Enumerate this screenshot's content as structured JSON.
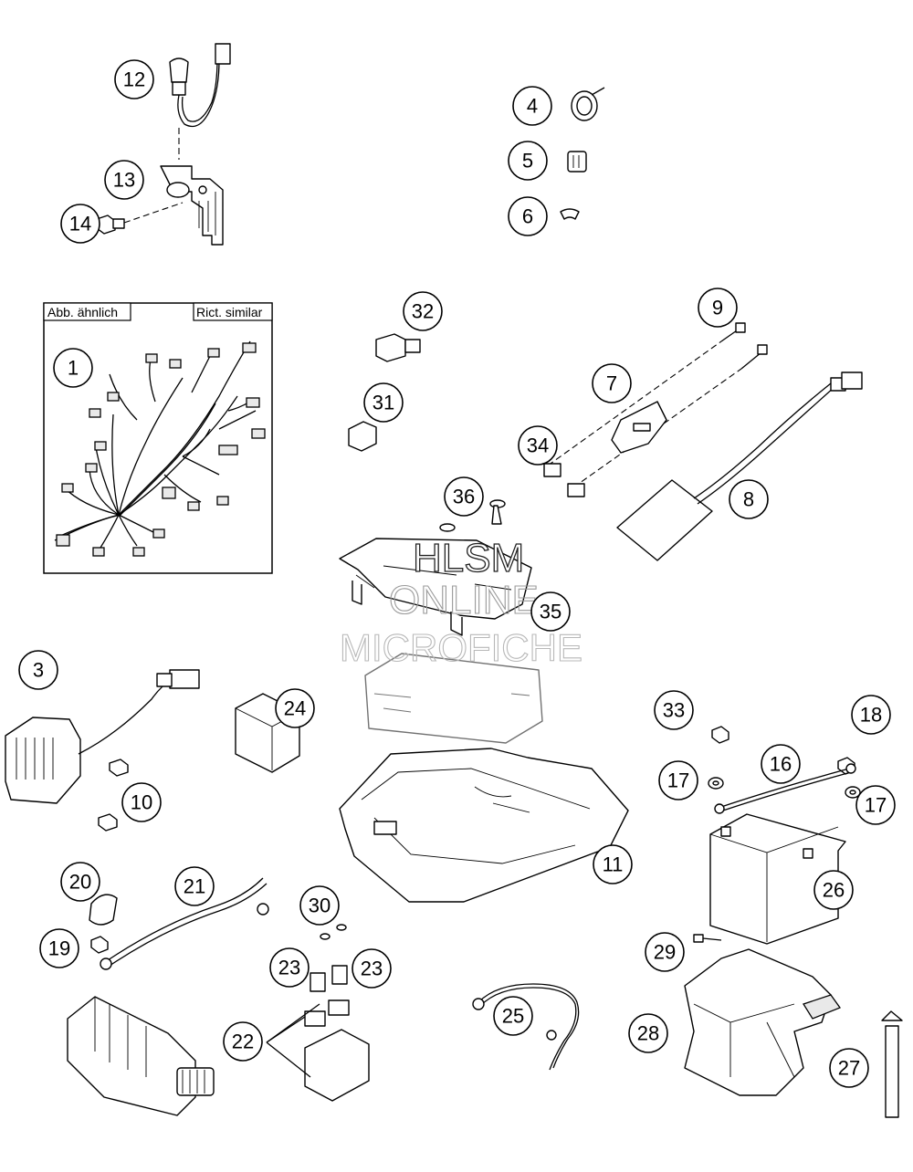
{
  "inset": {
    "label_left": "Abb. ähnlich",
    "label_right": "Rict. similar"
  },
  "watermark": {
    "line1": "HLSM",
    "line2": "ONLINE",
    "line3": "MICROFICHE"
  },
  "callouts": [
    {
      "id": "c1",
      "label": "1"
    },
    {
      "id": "c3",
      "label": "3"
    },
    {
      "id": "c4",
      "label": "4"
    },
    {
      "id": "c5",
      "label": "5"
    },
    {
      "id": "c6",
      "label": "6"
    },
    {
      "id": "c7",
      "label": "7"
    },
    {
      "id": "c8",
      "label": "8"
    },
    {
      "id": "c9",
      "label": "9"
    },
    {
      "id": "c10",
      "label": "10"
    },
    {
      "id": "c11",
      "label": "11"
    },
    {
      "id": "c12",
      "label": "12"
    },
    {
      "id": "c13",
      "label": "13"
    },
    {
      "id": "c14",
      "label": "14"
    },
    {
      "id": "c16",
      "label": "16"
    },
    {
      "id": "c17a",
      "label": "17"
    },
    {
      "id": "c17b",
      "label": "17"
    },
    {
      "id": "c18",
      "label": "18"
    },
    {
      "id": "c19",
      "label": "19"
    },
    {
      "id": "c20",
      "label": "20"
    },
    {
      "id": "c21",
      "label": "21"
    },
    {
      "id": "c22",
      "label": "22"
    },
    {
      "id": "c23a",
      "label": "23"
    },
    {
      "id": "c23b",
      "label": "23"
    },
    {
      "id": "c24",
      "label": "24"
    },
    {
      "id": "c25",
      "label": "25"
    },
    {
      "id": "c26",
      "label": "26"
    },
    {
      "id": "c27",
      "label": "27"
    },
    {
      "id": "c28",
      "label": "28"
    },
    {
      "id": "c29",
      "label": "29"
    },
    {
      "id": "c30",
      "label": "30"
    },
    {
      "id": "c31",
      "label": "31"
    },
    {
      "id": "c32",
      "label": "32"
    },
    {
      "id": "c33",
      "label": "33"
    },
    {
      "id": "c34",
      "label": "34"
    },
    {
      "id": "c35",
      "label": "35"
    },
    {
      "id": "c36",
      "label": "36"
    }
  ]
}
